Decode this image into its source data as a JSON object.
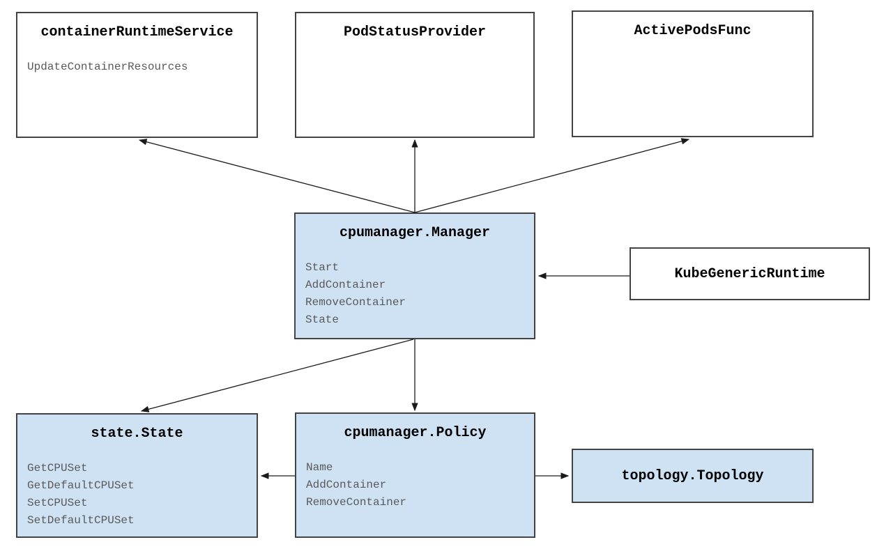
{
  "colors": {
    "background": "#ffffff",
    "node_fill_plain": "#ffffff",
    "node_fill_highlight": "#cfe2f3",
    "node_border": "#434343",
    "title_text": "#000000",
    "method_text": "#595959",
    "edge_line": "#1a1a1a"
  },
  "nodes": {
    "container_runtime_service": {
      "title": "containerRuntimeService",
      "methods": [
        "UpdateContainerResources"
      ]
    },
    "pod_status_provider": {
      "title": "PodStatusProvider",
      "methods": []
    },
    "active_pods_func": {
      "title": "ActivePodsFunc",
      "methods": []
    },
    "cpumanager_manager": {
      "title": "cpumanager.Manager",
      "methods": [
        "Start",
        "AddContainer",
        "RemoveContainer",
        "State"
      ]
    },
    "kube_generic_runtime": {
      "title": "KubeGenericRuntime",
      "methods": []
    },
    "state_state": {
      "title": "state.State",
      "methods": [
        "GetCPUSet",
        "GetDefaultCPUSet",
        "SetCPUSet",
        "SetDefaultCPUSet"
      ]
    },
    "cpumanager_policy": {
      "title": "cpumanager.Policy",
      "methods": [
        "Name",
        "AddContainer",
        "RemoveContainer"
      ]
    },
    "topology_topology": {
      "title": "topology.Topology",
      "methods": []
    }
  },
  "edges": [
    {
      "from": "cpumanager.Manager",
      "to": "containerRuntimeService"
    },
    {
      "from": "cpumanager.Manager",
      "to": "PodStatusProvider"
    },
    {
      "from": "cpumanager.Manager",
      "to": "ActivePodsFunc"
    },
    {
      "from": "KubeGenericRuntime",
      "to": "cpumanager.Manager"
    },
    {
      "from": "cpumanager.Manager",
      "to": "state.State"
    },
    {
      "from": "cpumanager.Manager",
      "to": "cpumanager.Policy"
    },
    {
      "from": "cpumanager.Policy",
      "to": "state.State"
    },
    {
      "from": "cpumanager.Policy",
      "to": "topology.Topology"
    }
  ]
}
